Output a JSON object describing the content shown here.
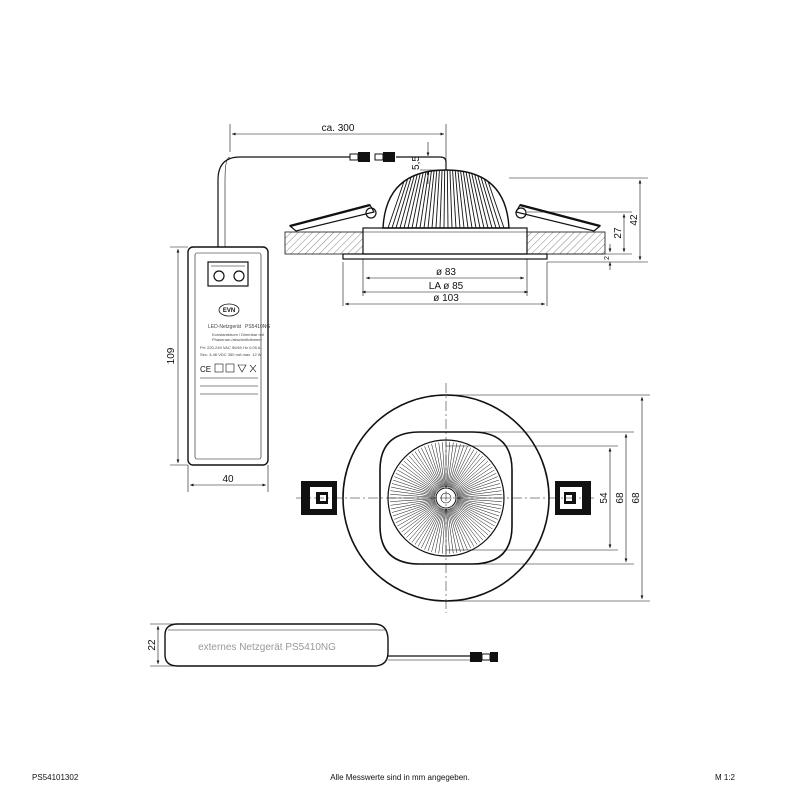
{
  "dimensions": {
    "cable_length": "ca. 300",
    "gap": "5,5",
    "height_total": "42",
    "height_inner": "27",
    "flange": "2",
    "dia_83": "ø 83",
    "dia_85": "LA ø 85",
    "dia_103": "ø 103",
    "psu_height": "109",
    "psu_width": "40",
    "top_54": "54",
    "top_68a": "68",
    "top_68b": "68",
    "side_22": "22"
  },
  "psu_label": {
    "title": "LED-Netzgerät",
    "model": "PS5410NG",
    "lines": [
      "Konstantstrom / Dimmbar mit",
      "Phasenan-/abschnittdimmer",
      "Pri: 220-240 VAC 50/60 Hz 0,05 A",
      "Sec: 3-46 VDC 350 mA max. 12 W"
    ],
    "logo": "EVN"
  },
  "side_caption": "externes Netzgerät  PS5410NG",
  "footer": {
    "left": "PS54101302",
    "center": "Alle Messwerte sind in mm angegeben.",
    "right": "M 1:2"
  },
  "icons": [
    "arrow-icon",
    "connector-icon",
    "ce-mark-icon"
  ]
}
